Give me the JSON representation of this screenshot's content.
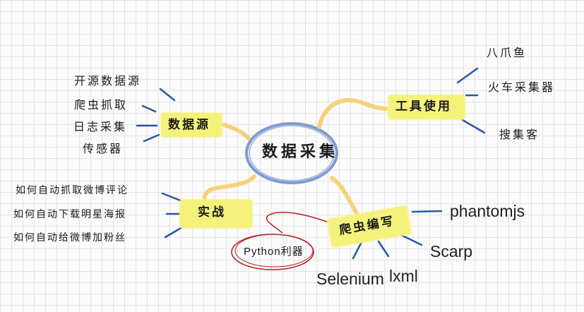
{
  "colors": {
    "branch_curve": "#f5d27a",
    "center_ring": "#7f9bd0",
    "leaf_line": "#2a57a8",
    "highlight": "#f4f27a",
    "note_ring": "#b81f24"
  },
  "center": {
    "label": "数据采集"
  },
  "branches": {
    "sources": {
      "label": "数据源",
      "leaves": [
        "开源数据源",
        "爬虫抓取",
        "日志采集",
        "传感器"
      ]
    },
    "tools": {
      "label": "工具使用",
      "leaves": [
        "八爪鱼",
        "火车采集器",
        "搜集客"
      ]
    },
    "practice": {
      "label": "实战",
      "leaves": [
        "如何自动抓取微博评论",
        "如何自动下载明星海报",
        "如何自动给微博加粉丝"
      ]
    },
    "crawler": {
      "label": "爬虫编写",
      "leaves": [
        "phantomjs",
        "Scarp",
        "Selenium",
        "lxml"
      ],
      "note": "Python利器"
    }
  }
}
